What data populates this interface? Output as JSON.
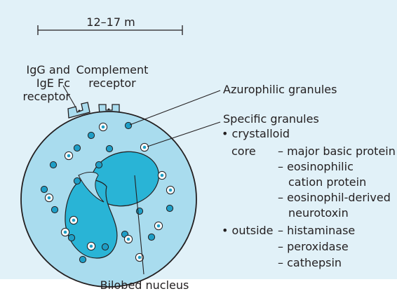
{
  "scale_label": "12–17 m",
  "labels": {
    "igg_receptor": [
      "IgG and",
      "IgE Fc",
      "receptor"
    ],
    "complement_receptor": [
      "Complement",
      "receptor"
    ],
    "azurophilic": "Azurophilic granules",
    "specific": "Specific granules",
    "nucleus": "Bilobed nucleus"
  },
  "granule_contents": {
    "crystalloid_label": "• crystalloid",
    "core_label": "core",
    "core_items": [
      "– major basic protein",
      "– eosinophilic",
      "cation protein",
      "– eosinophil-derived",
      "neurotoxin"
    ],
    "outside_label": "• outside",
    "outside_items": [
      "– histaminase",
      "– peroxidase",
      "– cathepsin"
    ]
  },
  "colors": {
    "panel": "#e1f1f8",
    "cytoplasm": "#a9dcee",
    "nucleus": "#29b4d6",
    "granule_dark": "#1e9ec6",
    "outline": "#231f20",
    "line": "#231f20"
  }
}
